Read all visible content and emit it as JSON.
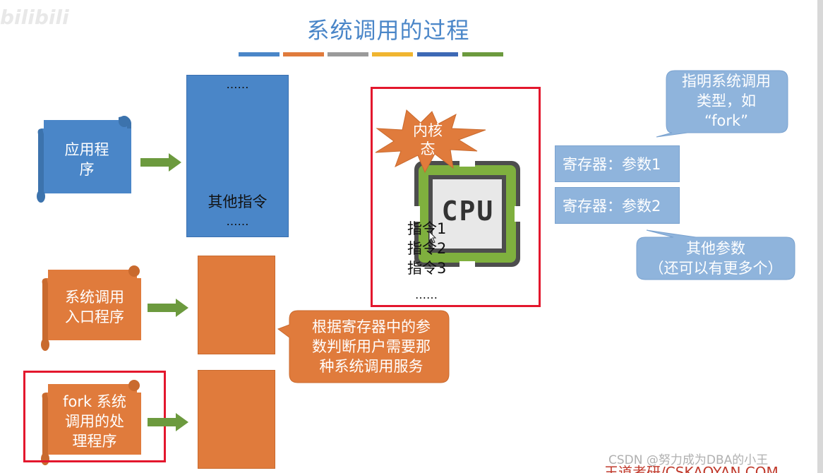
{
  "title": "系统调用的过程",
  "header_bars": [
    "#4a86c8",
    "#e07b3c",
    "#9a9a9a",
    "#f0b530",
    "#3d69b5",
    "#6c9a3e"
  ],
  "app_scroll": {
    "line1": "应用程",
    "line2": "序"
  },
  "app_memory": {
    "top_dots": "……",
    "other": "其他指令",
    "bottom_dots": "……"
  },
  "syscall_entry": {
    "line1": "系统调用",
    "line2": "入口程序"
  },
  "fork_handler": {
    "line1": "fork 系统",
    "line2": "调用的处",
    "line3": "理程序"
  },
  "dispatch_note": {
    "line1": "根据寄存器中的参",
    "line2": "数判断用户需要那",
    "line3": "种系统调用服务"
  },
  "kernel_burst": {
    "line1": "内核",
    "line2": "态"
  },
  "cpu_label": "CPU",
  "instructions": [
    "指令1",
    "指令2",
    "指令3",
    "……"
  ],
  "callout_type": {
    "line1": "指明系统调用",
    "line2": "类型，如",
    "line3": "“fork”"
  },
  "registers": [
    "寄存器：参数1",
    "寄存器：参数2"
  ],
  "callout_other": {
    "line1": "其他参数",
    "line2": "（还可以有更多个）"
  },
  "watermarks": {
    "csdn": "CSDN @努力成为DBA的小王",
    "site": "王道考研/CSKAOYAN.COM",
    "logo": "bilibili"
  },
  "colors": {
    "blue": "#4a86c8",
    "orange": "#e07b3c",
    "green_arrow": "#6c9a3e",
    "light_blue": "#8fb4dc",
    "red": "#e3172d"
  }
}
